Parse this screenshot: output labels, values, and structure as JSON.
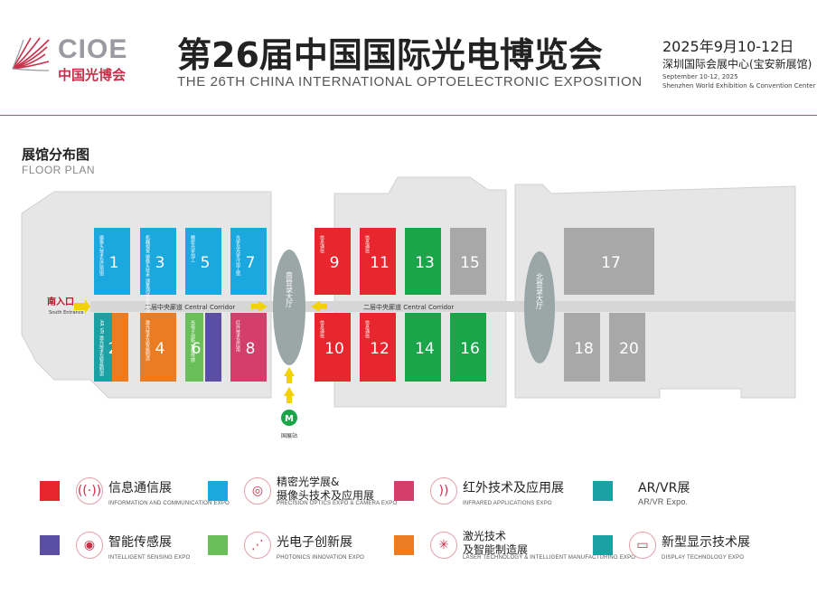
{
  "header": {
    "logo_text": "CIOE",
    "logo_cn": "中国光博会",
    "title_cn": "第26届中国国际光电博览会",
    "title_en": "THE 26TH CHINA INTERNATIONAL OPTOELECTRONIC EXPOSITION",
    "date_cn": "2025年9月10-12日",
    "venue_cn": "深圳国际会展中心(宝安新展馆)",
    "date_en": "September 10-12, 2025",
    "venue_en": "Shenzhen World Exhibition & Convention Center"
  },
  "floor_plan": {
    "title_cn": "展馆分布图",
    "title_en": "FLOOR PLAN",
    "south_entrance_cn": "南入口",
    "south_entrance_en": "South Entrance",
    "corridor_left": "二层中央廊道 Central Corridor",
    "corridor_right": "二层中央廊道 Central Corridor",
    "south_hall": "南登录大厅",
    "north_hall": "北登录大厅",
    "metro_station": "国展站",
    "halls": [
      {
        "num": "1",
        "label": "摄像头技术及应用馆",
        "color": "#1ba8df"
      },
      {
        "num": "3",
        "label": "机器视觉 摄像头技术 测量测试 显示技术",
        "color": "#1ba8df"
      },
      {
        "num": "5",
        "label": "精密光学加工",
        "color": "#1ba8df"
      },
      {
        "num": "7",
        "label": "光学及光学冷加工馆",
        "color": "#1ba8df"
      },
      {
        "num": "9",
        "label": "信息通信",
        "color": "#e8262d"
      },
      {
        "num": "11",
        "label": "信息通信",
        "color": "#e8262d"
      },
      {
        "num": "13",
        "label": "",
        "color": "#1aa54b"
      },
      {
        "num": "15",
        "label": "",
        "color": "#a8a8a8"
      },
      {
        "num": "17",
        "label": "",
        "color": "#a8a8a8"
      },
      {
        "num": "2",
        "label": "AR VR 激光技术及智能制造",
        "color": "#1ba0a4"
      },
      {
        "num": "4",
        "label": "激光技术及智能制造",
        "color": "#ec7c22"
      },
      {
        "num": "6",
        "label": "光电子创新 智能传感",
        "color": "#6bbf5b"
      },
      {
        "num": "8",
        "label": "红外技术及应用",
        "color": "#d33f6a"
      },
      {
        "num": "10",
        "label": "信息通信",
        "color": "#e8262d"
      },
      {
        "num": "12",
        "label": "信息通信",
        "color": "#e8262d"
      },
      {
        "num": "14",
        "label": "",
        "color": "#1aa54b"
      },
      {
        "num": "16",
        "label": "",
        "color": "#1aa54b"
      },
      {
        "num": "18",
        "label": "",
        "color": "#a8a8a8"
      },
      {
        "num": "20",
        "label": "",
        "color": "#a8a8a8"
      }
    ]
  },
  "legend": [
    {
      "cn": "信息通信展",
      "en": "INFORMATION AND COMMUNICATION EXPO",
      "color": "#e8262d",
      "icon": "antenna-icon"
    },
    {
      "cn": "精密光学展&摄像头技术及应用展",
      "cn1": "精密光学展&",
      "cn2": "摄像头技术及应用展",
      "en": "PRECISION OPTICS EXPO & CAMERA EXPO",
      "color": "#1ba8df",
      "icon": "lens-icon"
    },
    {
      "cn": "红外技术及应用展",
      "en": "INFRARED APPLICATIONS EXPO",
      "color": "#d33f6a",
      "icon": "infrared-icon"
    },
    {
      "cn": "AR/VR展",
      "en": "AR/VR Expo.",
      "color": "#1ba0a4",
      "icon": ""
    },
    {
      "cn": "智能传感展",
      "en": "INTELLIGENT SENSING EXPO",
      "color": "#5a4fa3",
      "icon": "eye-icon"
    },
    {
      "cn": "光电子创新展",
      "en": "PHOTONICS INNOVATION EXPO",
      "color": "#6bbf5b",
      "icon": "network-icon"
    },
    {
      "cn": "激光技术及智能制造展",
      "cn1": "激光技术",
      "cn2": "及智能制造展",
      "en": "LASER TECHNOLOGY & INTELLIGENT MANUFACTURING EXPO",
      "color": "#ec7c22",
      "icon": "laser-burst-icon"
    },
    {
      "cn": "新型显示技术展",
      "en": "DISPLAY TECHNOLOGY EXPO",
      "color": "#1ba0a4",
      "icon": "display-icon"
    }
  ]
}
